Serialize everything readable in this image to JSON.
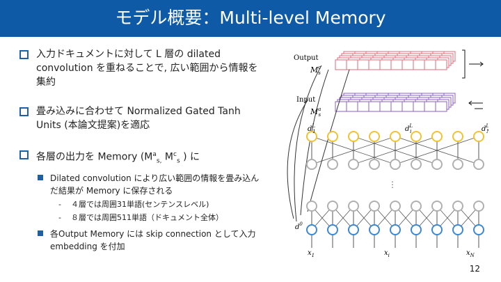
{
  "title": "モデル概要：Multi-level Memory",
  "bullets": [
    {
      "text": "入力ドキュメントに対して L 層の dilated convolution を重ねることで, 広い範囲から情報を集約"
    },
    {
      "text": "畳み込みに合わせて Normalized Gated Tanh Units (本論文提案)を適応"
    },
    {
      "text_pre": "各層の出力を Memory (M",
      "sup1": "a",
      "sub1": "s,",
      "mid": "  M",
      "sup2": "c",
      "sub2": "s",
      "text_post": " ) に"
    }
  ],
  "sub_bullets": [
    {
      "text": "Dilated convolution により広い範囲の情報を畳み込んだ結果が Memory に保存される",
      "children": [
        "４層では周囲31単語(センテンスレベル)",
        "８層では周囲511単語（ドキュメント全体）"
      ]
    },
    {
      "text": "各Output Memory には skip connection として入力embedding を付加",
      "children": []
    }
  ],
  "page_number": "12",
  "diagram": {
    "output_label": "Output",
    "output_mem": "M",
    "output_mem_sup": "c",
    "output_mem_sub": "s",
    "input_label": "Input",
    "input_mem": "M",
    "input_mem_sup": "a",
    "input_mem_sub": "s",
    "d_labels": [
      "d",
      "d",
      "d"
    ],
    "d_sup": "L",
    "d_subs": [
      "1",
      "i",
      "N"
    ],
    "d0_label": "d",
    "d0_sup": "0",
    "x_labels": [
      "x",
      "x",
      "x"
    ],
    "x_subs": [
      "1",
      "i",
      "N"
    ],
    "colors": {
      "output": "#e26a7a",
      "input": "#8a5cc9",
      "top_node": "#f2c232",
      "gray_node": "#b0b0b0",
      "bottom_node": "#3b87d6"
    }
  }
}
